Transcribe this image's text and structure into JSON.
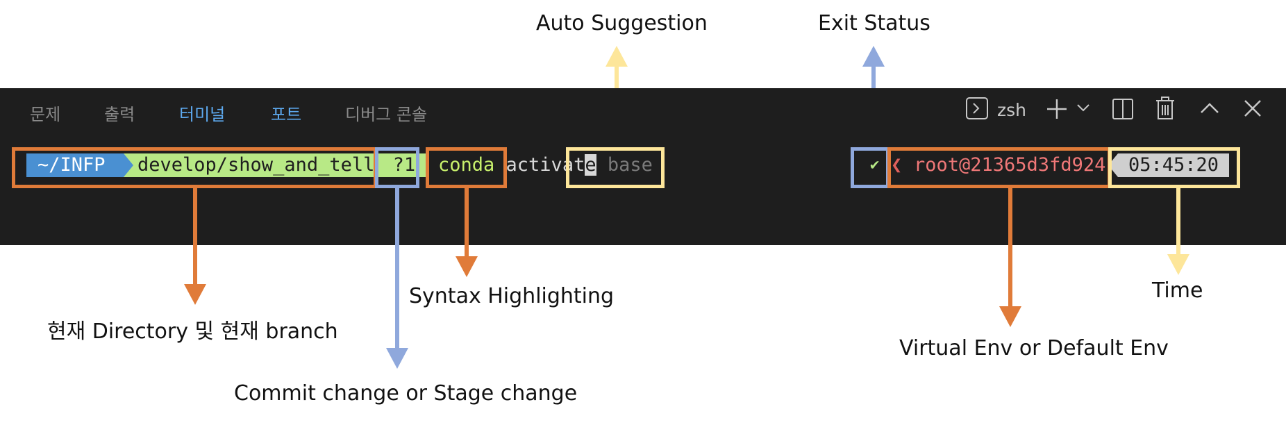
{
  "panel_tabs": [
    "문제",
    "출력",
    "터미널",
    "포트",
    "디버그 콘솔"
  ],
  "toolbar": {
    "shell_label": "zsh",
    "icons": [
      "terminal-icon",
      "plus-icon",
      "chevron-down-icon",
      "split-icon",
      "trash-icon",
      "chevron-up-icon",
      "close-icon"
    ]
  },
  "prompt": {
    "directory": "~/INFP",
    "branch": "develop/show_and_tell",
    "git_status": "?1",
    "command_keyword": "conda",
    "command_rest": " activat",
    "cursor_char": "e",
    "suggestion": " base",
    "exit_status": "✔",
    "env_chevron": "❮",
    "env": "root@21365d3fd924",
    "time": "05:45:20"
  },
  "annotations": {
    "auto_suggestion": "Auto Suggestion",
    "exit_status": "Exit Status",
    "directory_branch": "현재 Directory 및 현재 branch",
    "syntax_highlighting": "Syntax Highlighting",
    "commit_stage": "Commit change or Stage change",
    "virtual_env": "Virtual Env or Default Env",
    "time": "Time"
  },
  "colors": {
    "orange": "#e07b39",
    "blue": "#8fa8dc",
    "yellow": "#fde69a",
    "terminal_bg": "#1e1e1e",
    "dir_segment": "#4a90d2",
    "branch_segment": "#b8e986",
    "active_tab": "#5eaaf0"
  }
}
